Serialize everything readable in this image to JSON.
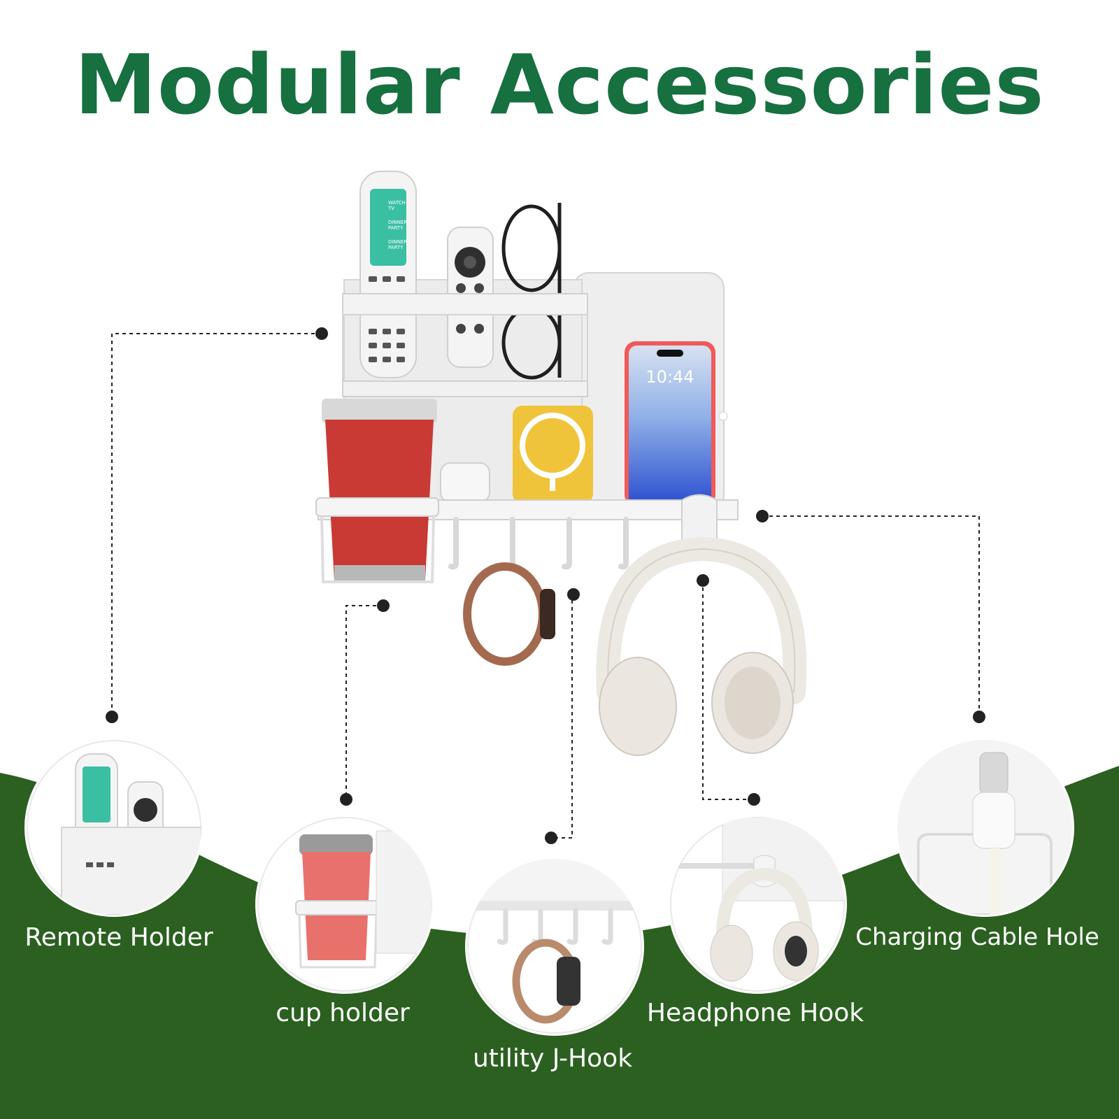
{
  "title": "Modular Accessories",
  "colors": {
    "title_green": "#16703f",
    "background_green": "#2b6020",
    "tumbler_red": "#c93a35",
    "phone_blue": "#3a5fd4",
    "charger_yellow": "#f0c43a",
    "watch_band": "#a36a4f"
  },
  "phone_screen_time": "10:44",
  "remote_screen": {
    "items": [
      "WATCH TV",
      "DINNER PARTY",
      "DINNER PARTY"
    ]
  },
  "features": [
    {
      "label": "Remote Holder",
      "icon": "remote-holder-icon"
    },
    {
      "label": "cup holder",
      "icon": "cup-holder-icon"
    },
    {
      "label": "utility J-Hook",
      "icon": "j-hook-icon"
    },
    {
      "label": "Headphone Hook",
      "icon": "headphone-hook-icon"
    },
    {
      "label": "Charging Cable Hole",
      "icon": "charging-cable-icon"
    }
  ]
}
